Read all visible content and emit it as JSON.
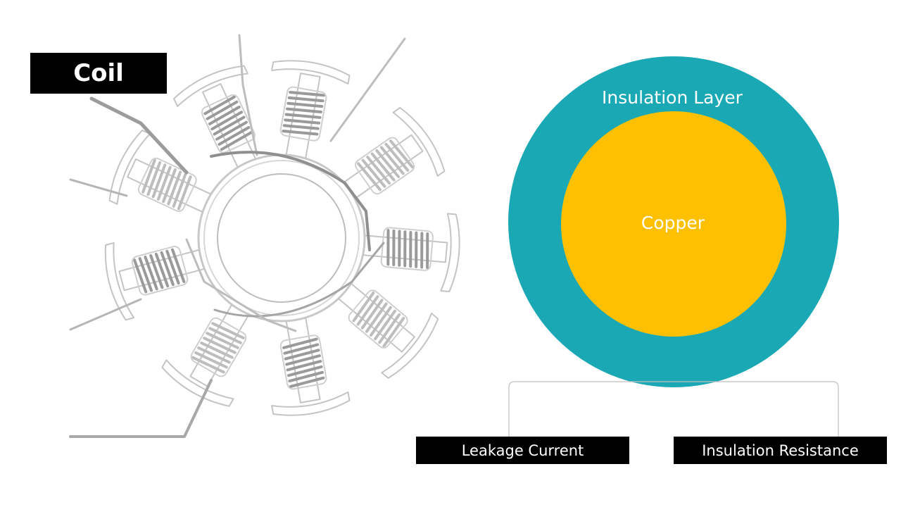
{
  "coil_label": "Coil",
  "cross_section": {
    "outer_label": "Insulation Layer",
    "inner_label": "Copper",
    "outer_color": "#1AA9B4",
    "inner_color": "#FEC001"
  },
  "outputs": {
    "left": "Leakage Current",
    "right": "Insulation Resistance"
  },
  "icons": [
    "stator-coil-drawing"
  ]
}
